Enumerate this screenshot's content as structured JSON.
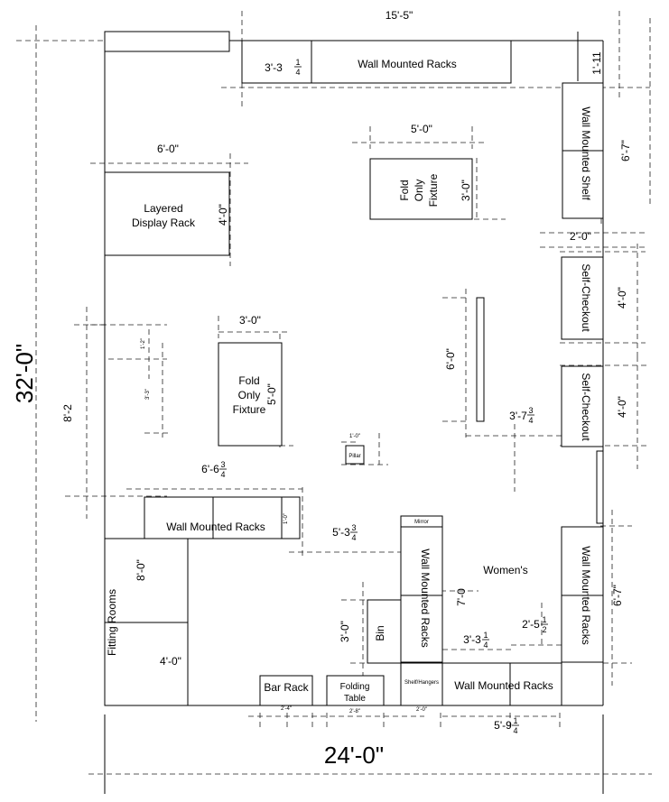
{
  "overall": {
    "width": "24'-0\"",
    "depth": "32'-0\"",
    "top_dim": "15'-5\""
  },
  "fixtures": {
    "wall_racks_top": "Wall Mounted Racks",
    "wall_shelf_right": "Wall Mounted Shelf",
    "layered_rack": [
      "Layered",
      "Display Rack"
    ],
    "fold_fixture_1": [
      "Fold",
      "Only",
      "Fixture"
    ],
    "fold_fixture_2": [
      "Fold",
      "Only",
      "Fixture"
    ],
    "self_checkout_1": "Self-Checkout",
    "self_checkout_2": "Self-Checkout",
    "wall_racks_mid": "Wall Mounted Racks",
    "wall_racks_center": "Wall Mounted Racks",
    "wall_racks_right_low": "Wall Mounted Racks",
    "wall_racks_bottom": "Wall Mounted Racks",
    "fitting_rooms": "Fitting Rooms",
    "bar_rack": "Bar Rack",
    "folding_table": [
      "Folding",
      "Table"
    ],
    "bin": "Bin",
    "mirror": "Mirror",
    "shelf_hangers": "Shelf/Hangers",
    "pillar": "Pillar",
    "womens": "Women's"
  },
  "dimensions": {
    "d_3_3_top": "3'-3",
    "d_1_11": "1'-11",
    "d_5_0_top": "5'-0\"",
    "d_6_0": "6'-0\"",
    "d_3_0_fold": "3'-0\"",
    "d_4_0_layered": "4'-0\"",
    "d_6_7_top": "6'-7\"",
    "d_2_0_gap": "2'-0\"",
    "d_3_0_leftfold": "3'-0\"",
    "d_5_0_leftfold": "5'-0\"",
    "d_4_0_sc1": "4'-0\"",
    "d_6_0_rail": "6'-0\"",
    "d_3_7": "3'-7",
    "d_4_0_sc2": "4'-0\"",
    "d_8_2": "8'-2",
    "d_1_0": "1'-0\"",
    "d_6_6": "6'-6",
    "d_5_3": "5'-3",
    "d_8_0": "8'-0\"",
    "d_4_0_fit": "4'-0\"",
    "d_7_0": "7'-0",
    "d_3_0_bin": "3'-0\"",
    "d_3_3_low": "3'-3",
    "d_2_5": "2'-5",
    "d_6_7_low": "6'-7\"",
    "d_5_9": "5'-9",
    "d_2_8": "2'-8\"",
    "d_2_0_shelf": "2'-0\"",
    "d_2_4": "2'-4\"",
    "d_1_2": "1'-2\"",
    "d_3_3_wall": "3'-3\"",
    "d_1_0_pillar": "1'-0\""
  }
}
